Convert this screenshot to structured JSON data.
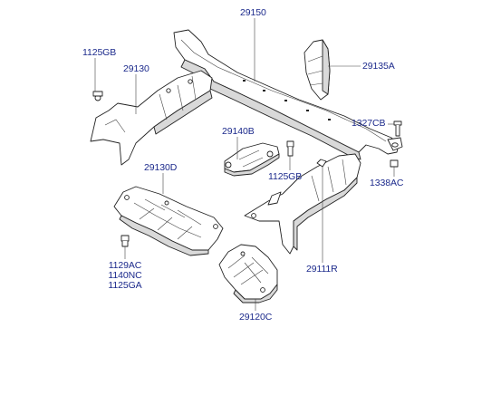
{
  "callouts": {
    "p29150": "29150",
    "p1125GB_top": "1125GB",
    "p29130": "29130",
    "p29135A": "29135A",
    "p1327CB": "1327CB",
    "p29140B": "29140B",
    "p1125GB_mid": "1125GB",
    "p29130D": "29130D",
    "p1338AC": "1338AC",
    "p29111R": "29111R",
    "p1129AC": "1129AC",
    "p1140NC": "1140NC",
    "p1125GA": "1125GA",
    "p29120C": "29120C"
  },
  "colors": {
    "line": "#222222",
    "part_fill": "#ffffff",
    "shade": "#d9d9d9",
    "callout_text": "#1c2a8c"
  }
}
